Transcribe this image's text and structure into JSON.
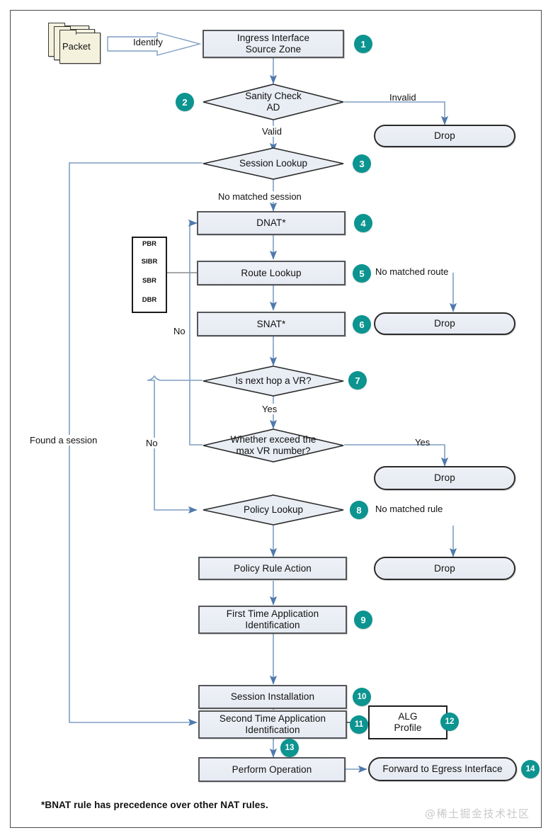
{
  "diagram": {
    "title": "Packet flow through firewall processing",
    "footnote": "*BNAT rule has precedence over other NAT rules.",
    "watermark": "@稀土掘金技术社区",
    "accent_color": "#0c9490",
    "line_color": "#7f9ec4",
    "node_fill": "#e9edf4",
    "packet_fill": "#f4f2dd"
  },
  "nodes": {
    "packet": "Packet",
    "identify": "Identify",
    "ingress": "Ingress Interface\nSource Zone",
    "ingress_l1": "Ingress Interface",
    "ingress_l2": "Source Zone",
    "sanity": "Sanity Check\nAD",
    "sanity_l1": "Sanity Check",
    "sanity_l2": "AD",
    "drop1": "Drop",
    "session_lookup": "Session Lookup",
    "dnat": "DNAT*",
    "route_lookup": "Route Lookup",
    "snat": "SNAT*",
    "drop2": "Drop",
    "next_hop_vr": "Is next hop a VR?",
    "exceed_vr_l1": "Whether exceed the",
    "exceed_vr_l2": "max VR number?",
    "drop3": "Drop",
    "policy_lookup": "Policy  Lookup",
    "drop4": "Drop",
    "policy_rule_action": "Policy Rule Action",
    "first_time_l1": "First Time Application",
    "first_time_l2": "Identification",
    "session_install": "Session Installation",
    "second_time_l1": "Second Time Application",
    "second_time_l2": "Identification",
    "alg_l1": "ALG",
    "alg_l2": "Profile",
    "perform_operation": "Perform Operation",
    "forward_egress": "Forward to Egress Interface"
  },
  "route_chain": {
    "items": [
      "PBR",
      "SIBR",
      "SBR",
      "DBR"
    ]
  },
  "edge_labels": {
    "identify": "Identify",
    "invalid": "Invalid",
    "valid": "Valid",
    "found_session": "Found a session",
    "no_matched_session": "No matched session",
    "no_matched_route": "No matched route",
    "no_route": "No",
    "yes_vr": "Yes",
    "no_vr": "No",
    "yes_exceed": "Yes",
    "no_matched_rule": "No matched rule"
  },
  "badges": [
    {
      "n": "1",
      "for": "ingress"
    },
    {
      "n": "2",
      "for": "sanity"
    },
    {
      "n": "3",
      "for": "session-lookup"
    },
    {
      "n": "4",
      "for": "dnat"
    },
    {
      "n": "5",
      "for": "route-lookup"
    },
    {
      "n": "6",
      "for": "snat"
    },
    {
      "n": "7",
      "for": "is-next-hop-vr"
    },
    {
      "n": "8",
      "for": "policy-lookup"
    },
    {
      "n": "9",
      "for": "first-time-app-id"
    },
    {
      "n": "10",
      "for": "session-installation"
    },
    {
      "n": "11",
      "for": "second-time-app-id"
    },
    {
      "n": "12",
      "for": "alg-profile"
    },
    {
      "n": "13",
      "for": "perform-operation"
    },
    {
      "n": "14",
      "for": "forward-to-egress-interface"
    }
  ]
}
